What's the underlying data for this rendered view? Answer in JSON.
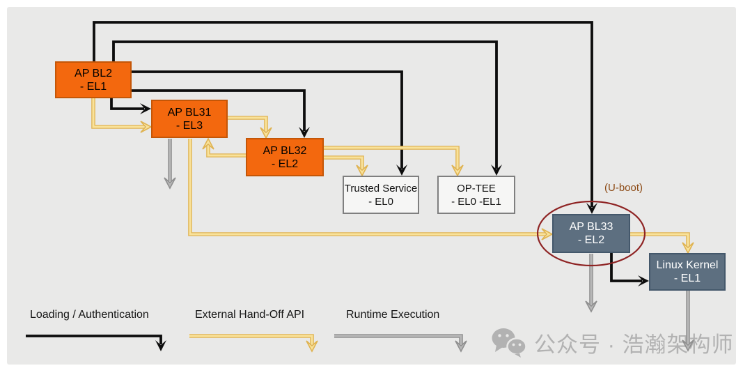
{
  "diagram_title": "",
  "colors": {
    "canvas-bg": "#E9E9E8",
    "node-orange": "#F3680E",
    "node-orange-border": "#C45607",
    "node-slate": "#5D6F80",
    "node-slate-border": "#44586B",
    "node-light": "#F6F6F5",
    "node-light-border": "#7F7F7F",
    "arrow-black": "#0D0D0D",
    "arrow-yellow-fill": "#F9E29A",
    "arrow-yellow-edge": "#DFB352",
    "arrow-gray-fill": "#B7B7B7",
    "arrow-gray-edge": "#8F8F8F",
    "ellipse-red": "#8E2323",
    "uboot-text": "#8C4A15",
    "watermark-gray": "#B2B2B2"
  },
  "nodes": {
    "bl2": {
      "line1": "AP BL2",
      "line2": "- EL1"
    },
    "bl31": {
      "line1": "AP BL31",
      "line2": "- EL3"
    },
    "bl32": {
      "line1": "AP BL32",
      "line2": "- EL2"
    },
    "trusted": {
      "line1": "Trusted Service",
      "line2": "- EL0"
    },
    "optee": {
      "line1": "OP-TEE",
      "line2": "- EL0 -EL1"
    },
    "bl33": {
      "line1": "AP BL33",
      "line2": "- EL2"
    },
    "linux": {
      "line1": "Linux Kernel",
      "line2": "- EL1"
    }
  },
  "annotations": {
    "uboot": "(U-boot)"
  },
  "legend": [
    {
      "label": "Loading / Authentication",
      "type": "loading"
    },
    {
      "label": "External Hand-Off API",
      "type": "handoff"
    },
    {
      "label": "Runtime Execution",
      "type": "runtime"
    }
  ],
  "watermark": {
    "icon": "wechat-icon",
    "text": "公众号 · 浩瀚架构师"
  }
}
